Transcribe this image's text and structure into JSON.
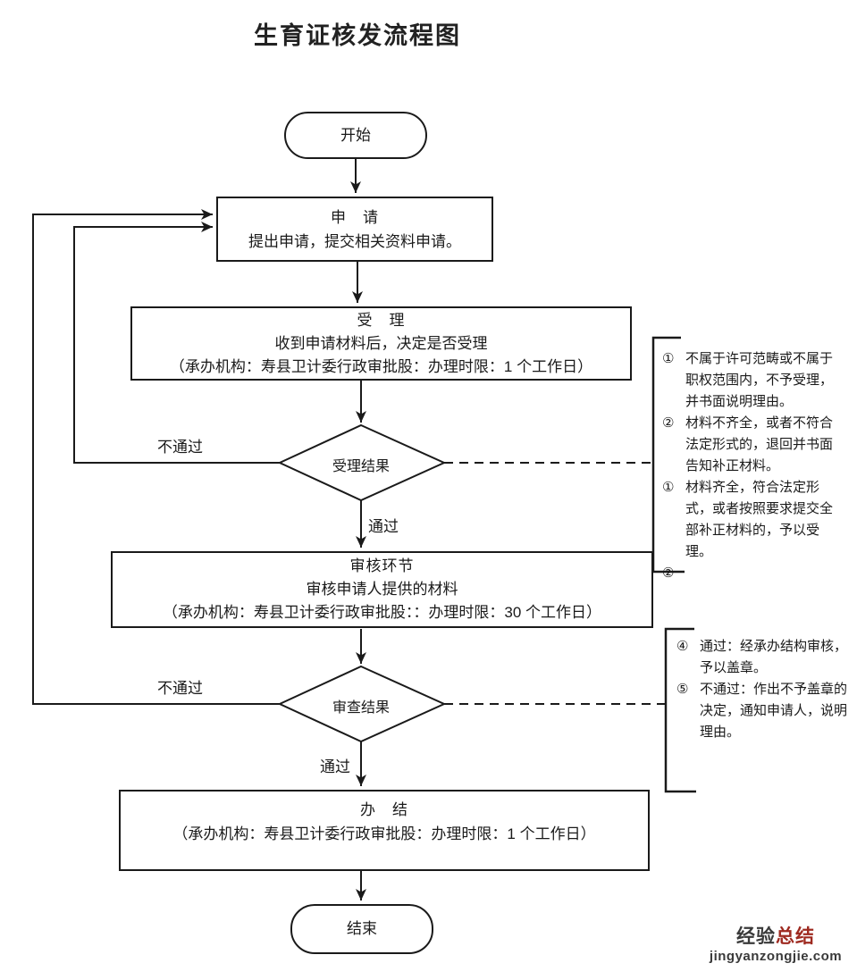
{
  "title": "生育证核发流程图",
  "nodes": {
    "start": {
      "label": "开始"
    },
    "apply": {
      "title": "申　请",
      "desc": "提出申请，提交相关资料申请。"
    },
    "accept": {
      "title": "受　理",
      "line1": "收到申请材料后，决定是否受理",
      "line2": "（承办机构：寿县卫计委行政审批股：办理时限：1 个工作日）"
    },
    "accept_result": {
      "label": "受理结果"
    },
    "review": {
      "title": "审核环节",
      "line1": "审核申请人提供的材料",
      "line2": "（承办机构：寿县卫计委行政审批股：：办理时限：30 个工作日）"
    },
    "review_result": {
      "label": "审查结果"
    },
    "finish": {
      "title": "办　结",
      "line1": "（承办机构：寿县卫计委行政审批股：办理时限：1 个工作日）"
    },
    "end": {
      "label": "结束"
    }
  },
  "edge_labels": {
    "fail1": "不通过",
    "pass1": "通过",
    "fail2": "不通过",
    "pass2": "通过"
  },
  "notes_accept": [
    {
      "num": "①",
      "text": "不属于许可范畴或不属于职权范围内，不予受理，并书面说明理由。"
    },
    {
      "num": "②",
      "text": "材料不齐全，或者不符合法定形式的，退回并书面告知补正材料。"
    },
    {
      "num": "①",
      "text": "材料齐全，符合法定形式，或者按照要求提交全部补正材料的，予以受理。"
    },
    {
      "num": "②",
      "text": ""
    }
  ],
  "notes_review": [
    {
      "num": "④",
      "text": "通过：经承办结构审核，予以盖章。"
    },
    {
      "num": "⑤",
      "text": "不通过：作出不予盖章的决定，通知申请人，说明理由。"
    }
  ],
  "watermark": {
    "brand_dark": "经验",
    "brand_red": "总结",
    "site": "jingyanzongjie.com"
  },
  "colors": {
    "line": "#1a1a1a",
    "watermark_red": "#9e2a20",
    "watermark_dark": "#3a3a3a"
  }
}
